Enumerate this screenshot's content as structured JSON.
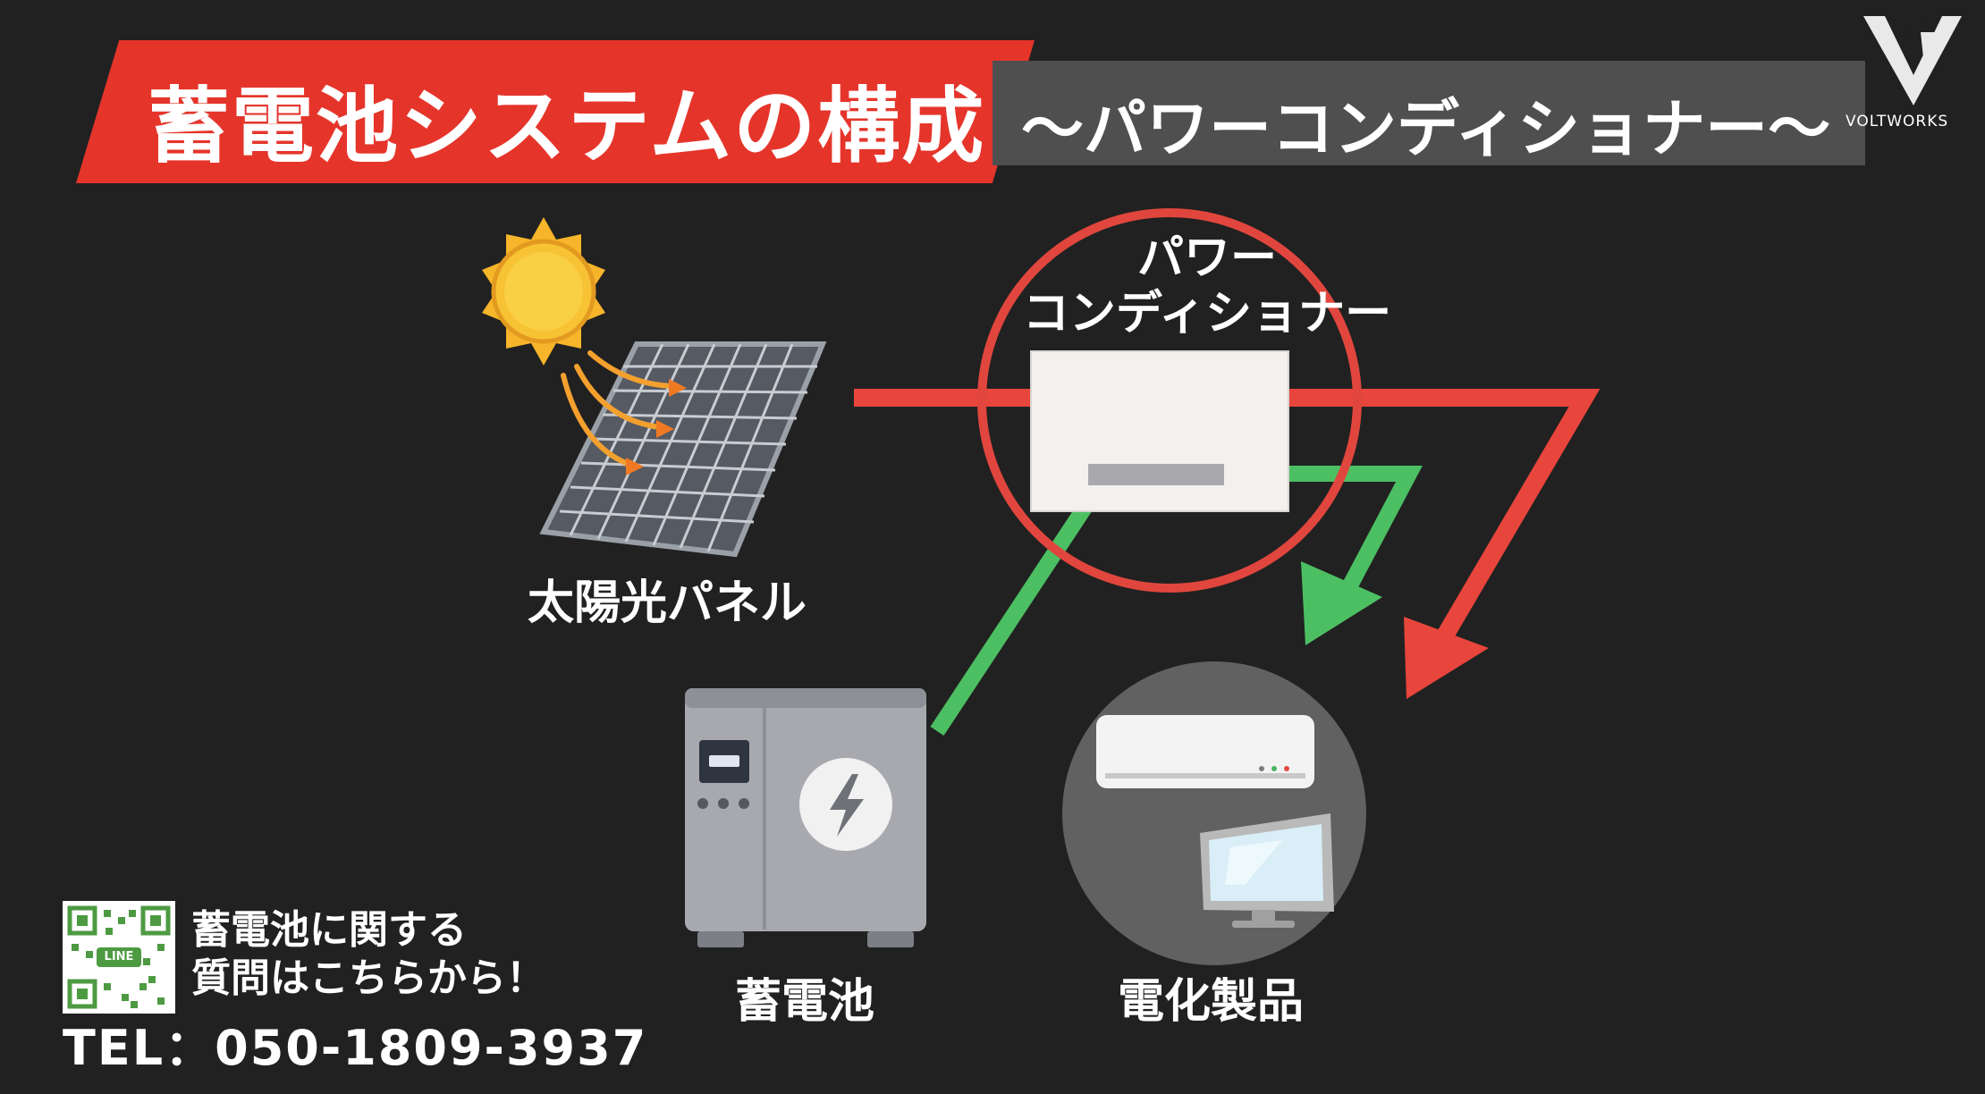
{
  "header": {
    "title": "蓄電池システムの構成",
    "subtitle": "〜パワーコンディショナー〜"
  },
  "logo": {
    "text": "VOLTWORKS"
  },
  "diagram": {
    "power_conditioner_label_line1": "パワー",
    "power_conditioner_label_line2": "コンディショナー",
    "solar_panel_label": "太陽光パネル",
    "battery_label": "蓄電池",
    "appliances_label": "電化製品"
  },
  "contact": {
    "line1": "蓄電池に関する",
    "line2": "質問はこちらから！",
    "tel": "TEL：050-1809-3937",
    "qr_label": "LINE"
  },
  "colors": {
    "background": "#212121",
    "title_red": "#e5352b",
    "subtitle_grey": "#4f4f4f",
    "flow_red": "#e8453c",
    "flow_green": "#4dbf63",
    "highlight_circle": "#e0463d"
  },
  "icons": [
    "sun-icon",
    "solar-panel-icon",
    "battery-icon",
    "lightning-icon",
    "air-conditioner-icon",
    "tv-icon",
    "qr-code-icon",
    "voltworks-logo-icon"
  ]
}
